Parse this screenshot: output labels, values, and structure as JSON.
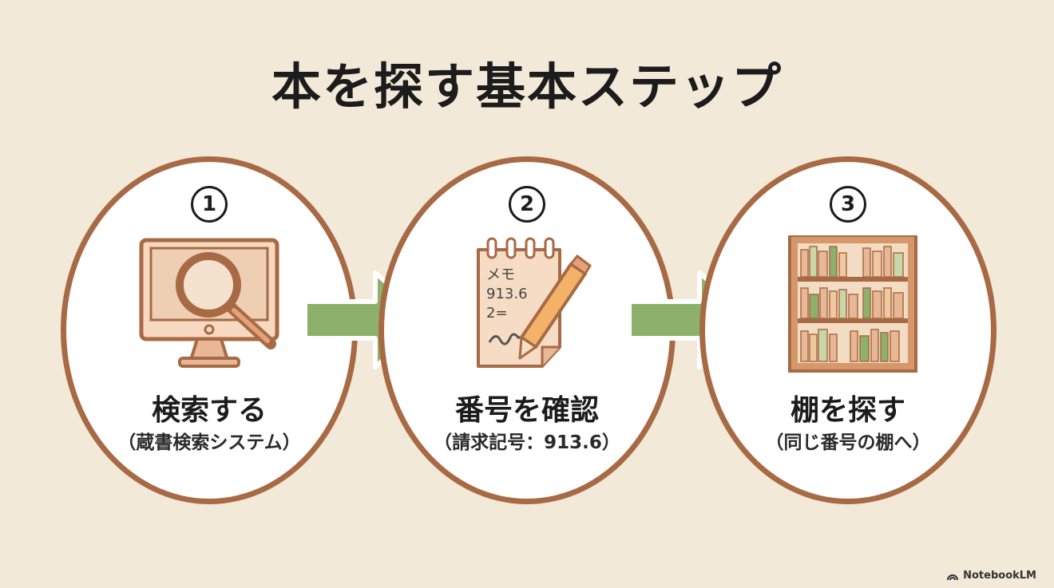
{
  "title": "本を探す基本ステップ",
  "steps": [
    {
      "number": "1",
      "label": "検索する",
      "sub": "（蔵書検索システム）",
      "icon": "computer-search-icon"
    },
    {
      "number": "2",
      "label": "番号を確認",
      "sub": "（請求記号：913.6）",
      "icon": "memo-pencil-icon",
      "memo_lines": [
        "メモ",
        "913.6",
        "2="
      ]
    },
    {
      "number": "3",
      "label": "棚を探す",
      "sub": "（同じ番号の棚へ）",
      "icon": "bookshelf-icon"
    }
  ],
  "badge": "NotebookLM",
  "colors": {
    "background": "#f2e9d8",
    "circle_border": "#a86a45",
    "arrow": "#8db06a",
    "icon_fill": "#e8b896"
  }
}
